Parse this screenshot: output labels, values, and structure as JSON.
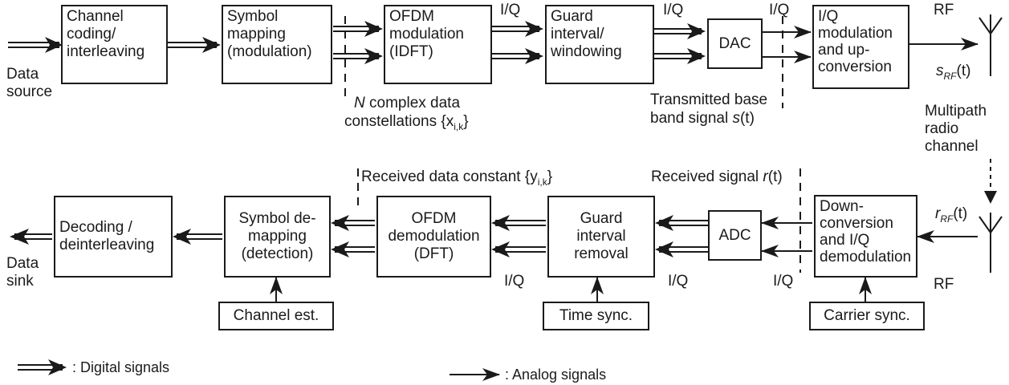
{
  "blocks": {
    "channel_coding": "Channel\ncoding/\ninterleaving",
    "symbol_mapping": "Symbol\nmapping\n(modulation)",
    "ofdm_mod": "OFDM\nmodulation\n(IDFT)",
    "guard_windowing": "Guard\ninterval/\nwindowing",
    "dac": "DAC",
    "iq_mod": "I/Q\nmodulation\nand up-\nconversion",
    "downconv": "Down-\nconversion\nand I/Q\ndemodulation",
    "adc": "ADC",
    "guard_removal": "Guard\ninterval\nremoval",
    "ofdm_demod": "OFDM\ndemodulation\n(DFT)",
    "symbol_demap": "Symbol de-\nmapping\n(detection)",
    "decoding": "Decoding /\ndeinterleaving",
    "channel_est": "Channel est.",
    "time_sync": "Time sync.",
    "carrier_sync": "Carrier sync."
  },
  "labels": {
    "data_source": "Data\nsource",
    "data_sink": "Data\nsink",
    "iq": "I/Q",
    "rf": "RF",
    "s_rf_main": "s",
    "s_rf_sub": "RF",
    "s_rf_tail": "(t)",
    "r_rf_main": "r",
    "r_rf_sub": "RF",
    "r_rf_tail": "(t)",
    "n_prefix": "N",
    "n_text": " complex data",
    "constellations": "constellations {x",
    "constellations_sub": "i,k",
    "constellations_tail": "}",
    "tx_line1": "Transmitted base",
    "tx_line2_a": "band signal ",
    "tx_line2_s": "s",
    "tx_line2_t": "(t)",
    "multipath": "Multipath\nradio\nchannel",
    "rx_const_a": "Received data constant {y",
    "rx_const_sub": "i,k",
    "rx_const_tail": "}",
    "rx_signal_a": "Received signal ",
    "rx_signal_r": "r",
    "rx_signal_t": "(t)"
  },
  "legend": {
    "digital": ": Digital signals",
    "analog": ": Analog signals"
  }
}
